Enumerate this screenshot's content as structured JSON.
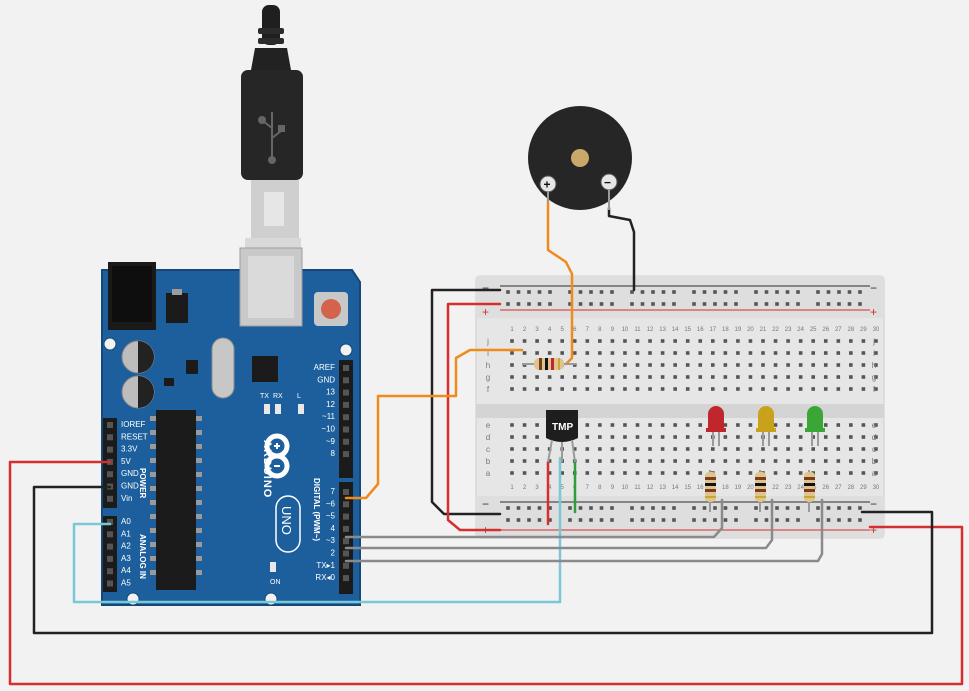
{
  "arduino": {
    "brand": "ARDUINO",
    "model": "UNO",
    "power_header_label": "POWER",
    "analog_header_label": "ANALOG IN",
    "digital_header_label": "DIGITAL (PWM~)",
    "power_pins": [
      "IOREF",
      "RESET",
      "3.3V",
      "5V",
      "GND",
      "GND",
      "Vin"
    ],
    "analog_pins": [
      "A0",
      "A1",
      "A2",
      "A3",
      "A4",
      "A5"
    ],
    "digital_pins_upper": [
      "AREF",
      "GND",
      "13",
      "12",
      "~11",
      "~10",
      "~9",
      "8"
    ],
    "digital_pins_lower": [
      "7",
      "~6",
      "~5",
      "4",
      "~3",
      "2",
      "TX▸1",
      "RX◂0"
    ],
    "led_labels": [
      "L",
      "TX",
      "RX",
      "ON"
    ]
  },
  "breadboard": {
    "row_letters_top": [
      "j",
      "i",
      "h",
      "g",
      "f"
    ],
    "row_letters_bottom": [
      "e",
      "d",
      "c",
      "b",
      "a"
    ],
    "column_numbers": [
      "1",
      "2",
      "3",
      "4",
      "5",
      "6",
      "7",
      "8",
      "9",
      "10",
      "11",
      "12",
      "13",
      "14",
      "15",
      "16",
      "17",
      "18",
      "19",
      "20",
      "21",
      "22",
      "23",
      "24",
      "25",
      "26",
      "27",
      "28",
      "29",
      "30"
    ],
    "rail_plus": "+",
    "rail_minus": "−"
  },
  "sensor": {
    "label": "TMP"
  },
  "buzzer": {
    "plus_label": "+",
    "minus_label": "−"
  },
  "leds": [
    {
      "name": "red",
      "color": "#c0272d"
    },
    {
      "name": "yellow",
      "color": "#c9a21c"
    },
    {
      "name": "green",
      "color": "#3aa635"
    }
  ],
  "wires": {
    "red": "#d32f2f",
    "black": "#222222",
    "orange": "#ef8a1c",
    "cyan": "#7ac7d6",
    "gray": "#8a8a8a",
    "green": "#2e9e3a"
  },
  "colors": {
    "board": "#1d5f9c",
    "board_dark": "#16477a",
    "breadboard": "#e6e6e6",
    "background": "#f2f2f3"
  }
}
